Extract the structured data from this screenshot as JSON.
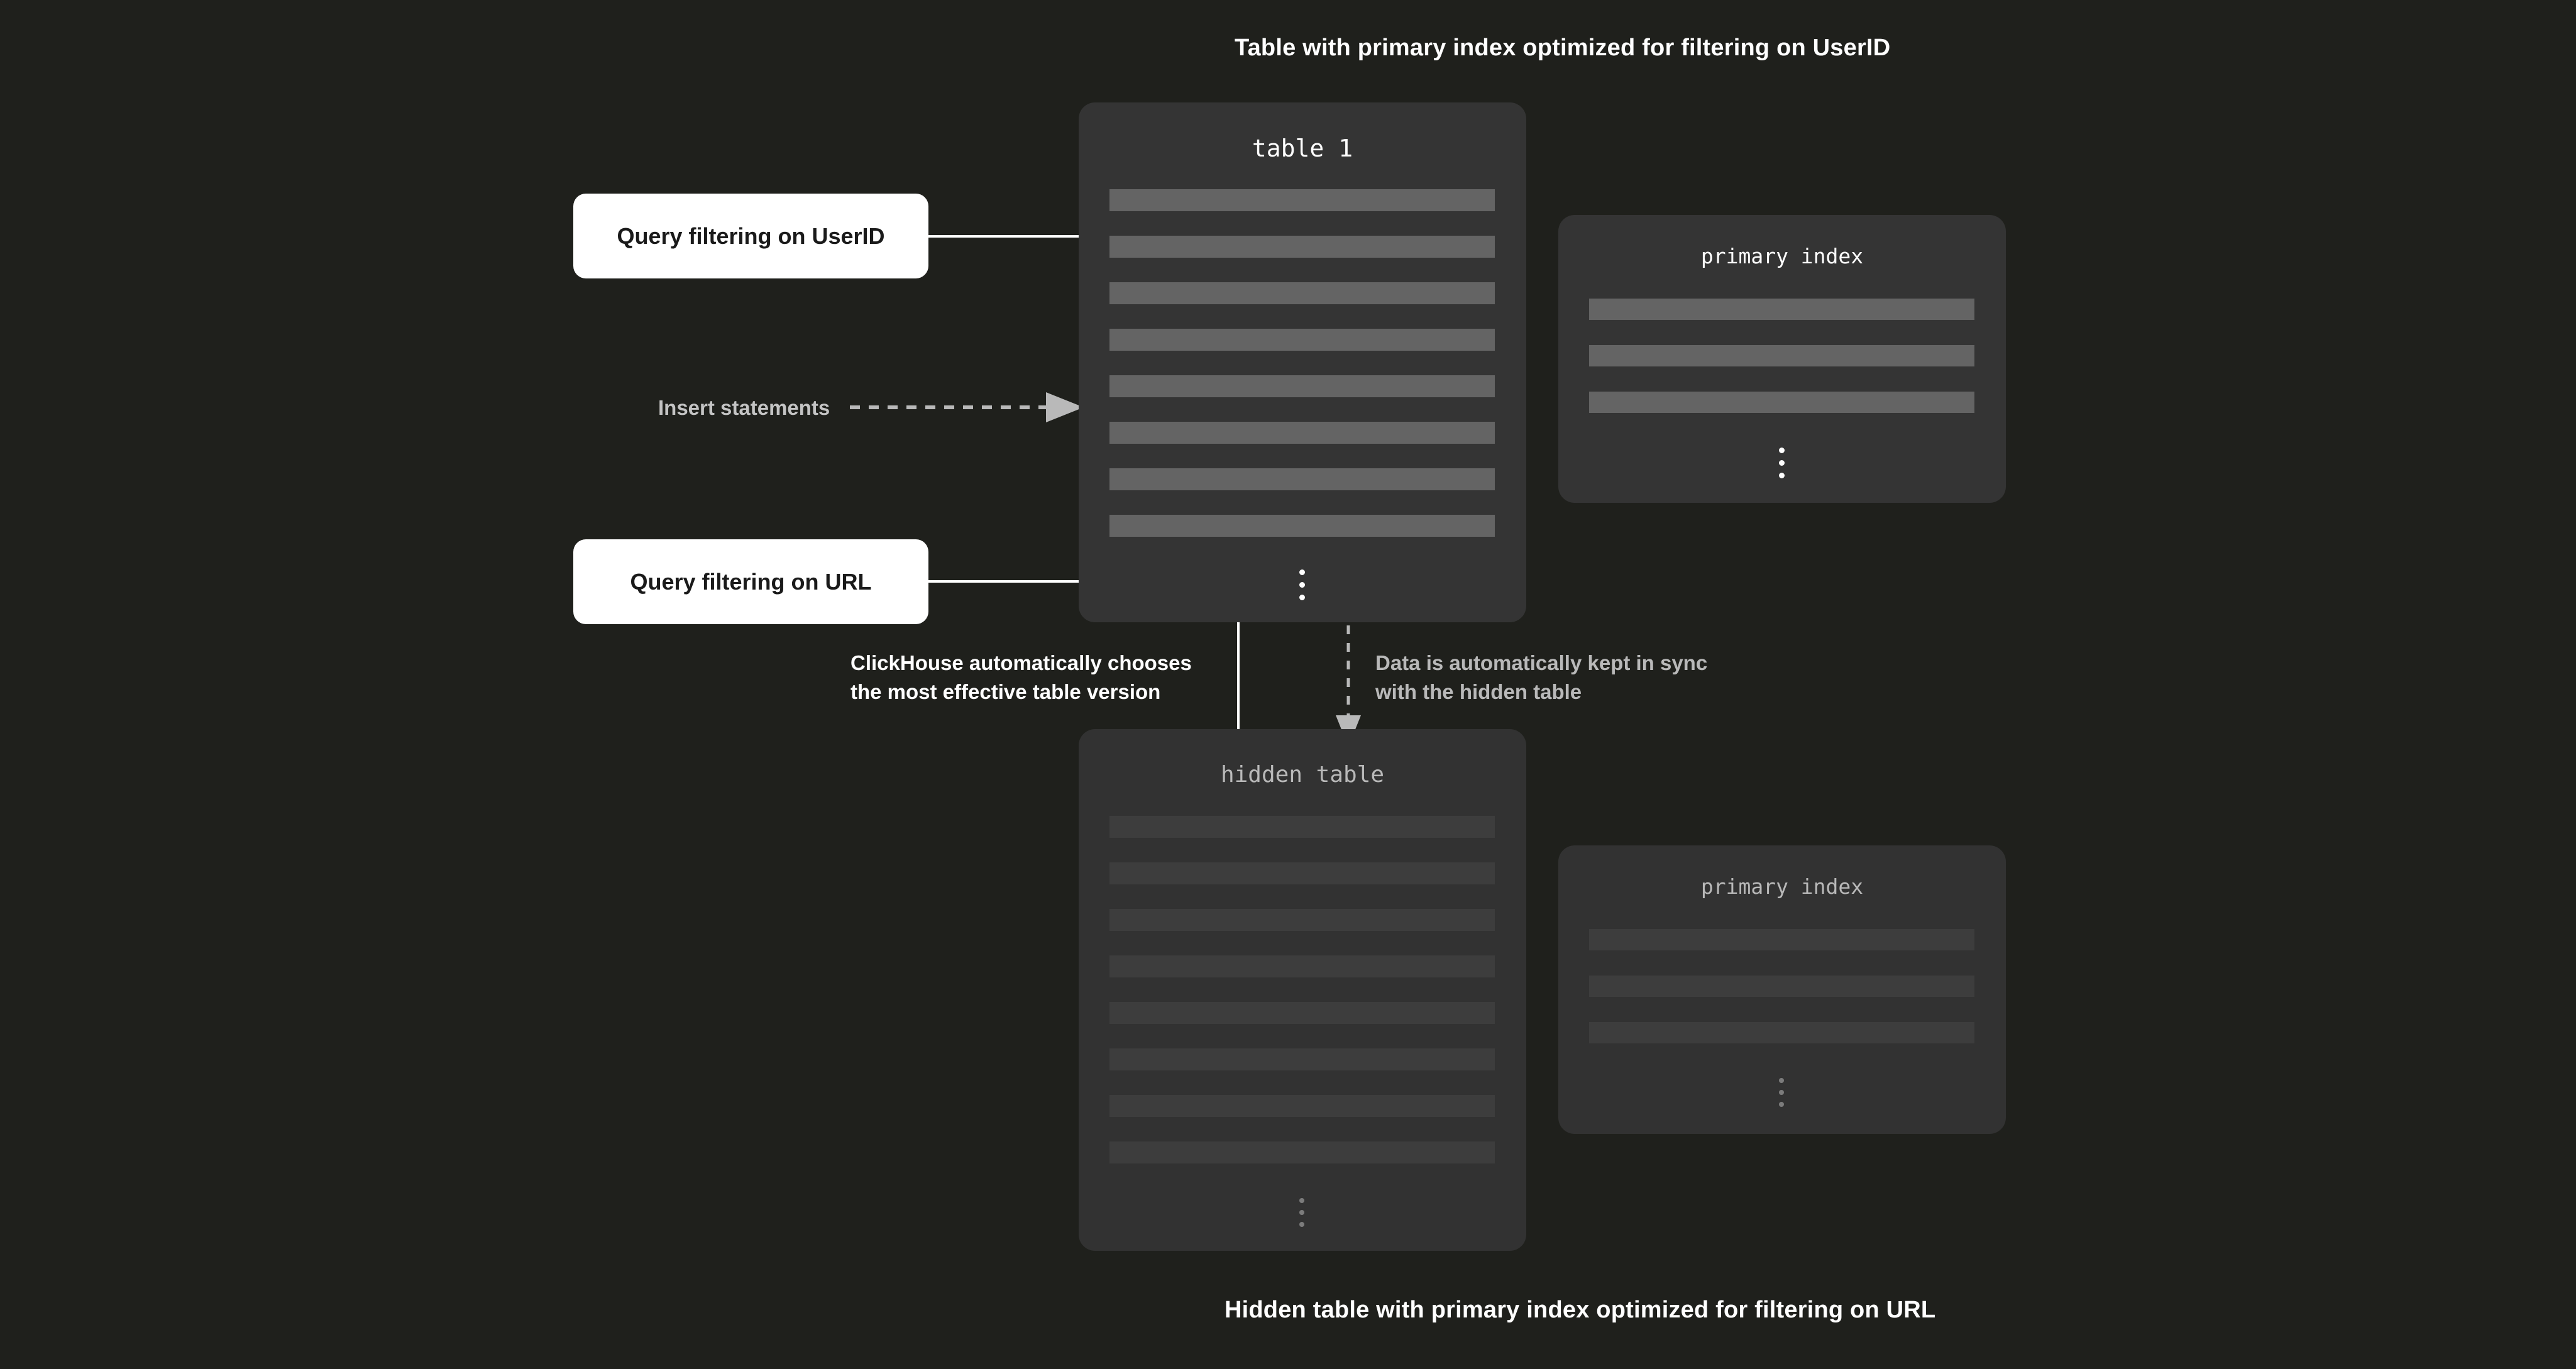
{
  "captions": {
    "top": "Table with primary index optimized for filtering on UserID",
    "bottom": "Hidden table with primary index optimized for filtering on URL"
  },
  "tables": {
    "visible": {
      "title": "table 1",
      "row_count": 8,
      "ellipsis": "vertical-ellipsis"
    },
    "hidden": {
      "title": "hidden table",
      "row_count": 8,
      "ellipsis": "vertical-ellipsis"
    }
  },
  "indexes": {
    "visible": {
      "title": "primary index",
      "row_count": 3,
      "ellipsis": "vertical-ellipsis"
    },
    "hidden": {
      "title": "primary index",
      "row_count": 3,
      "ellipsis": "vertical-ellipsis"
    }
  },
  "queries": {
    "userid": "Query filtering on UserID",
    "url": "Query filtering on URL"
  },
  "labels": {
    "insert_statements": "Insert statements",
    "chooses_version": "ClickHouse automatically chooses\nthe most effective table version",
    "kept_in_sync": "Data is automatically kept in sync\nwith the hidden table"
  },
  "colors": {
    "background": "#1f201c",
    "card": "#343434",
    "card_dim": "#323232",
    "bar": "#646464",
    "bar_dim": "#3d3d3d",
    "accent_white": "#ffffff",
    "muted_text": "#b9b9b9",
    "dashed_line": "#b9b9b9"
  }
}
